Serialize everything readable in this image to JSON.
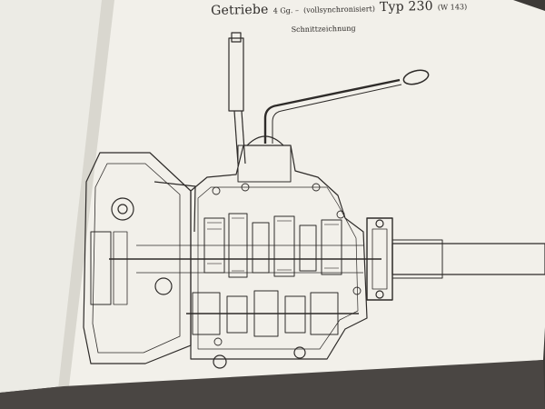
{
  "title": {
    "word1": "Getriebe",
    "gears": "4 Gg. –",
    "note": "(vollsynchronisiert)",
    "model": "Typ 230",
    "code": "(W 143)",
    "subtitle": "Schnittzeichnung"
  },
  "colors": {
    "background": "#3d3a37",
    "paper": "#f2f0ea",
    "ink": "#2e2b29"
  }
}
